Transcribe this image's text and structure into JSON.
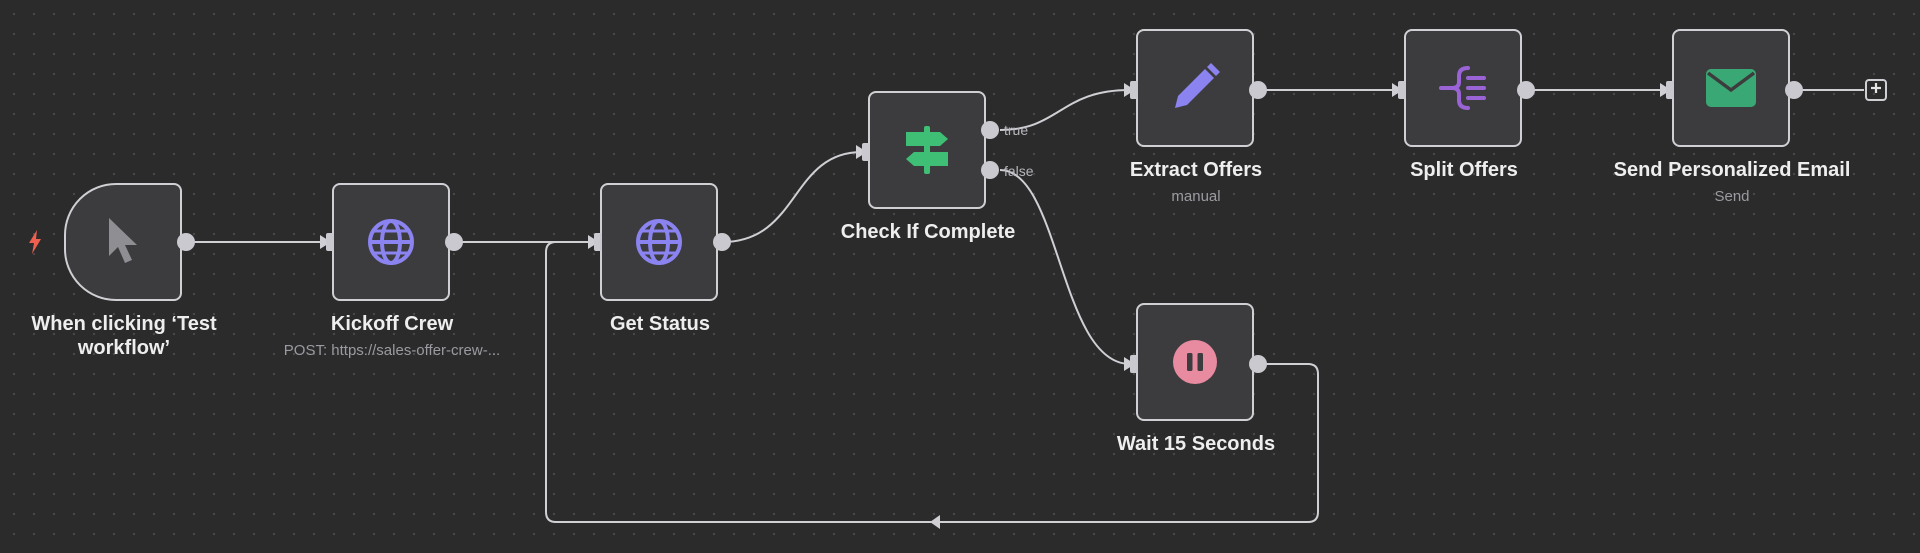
{
  "canvas": {
    "nodes": {
      "manual_trigger": {
        "label": "When clicking ‘Test workflow’",
        "icon": "cursor-pointer-icon"
      },
      "kickoff_crew": {
        "label": "Kickoff Crew",
        "subtitle": "POST: https://sales-offer-crew-...",
        "icon": "globe-icon"
      },
      "get_status": {
        "label": "Get Status",
        "icon": "globe-icon"
      },
      "check_if_complete": {
        "label": "Check If Complete",
        "icon": "signpost-icon",
        "branches": {
          "true_label": "true",
          "false_label": "false"
        }
      },
      "extract_offers": {
        "label": "Extract Offers",
        "subtitle": "manual",
        "icon": "pencil-icon"
      },
      "split_offers": {
        "label": "Split Offers",
        "icon": "split-icon"
      },
      "send_email": {
        "label": "Send Personalized Email",
        "subtitle": "Send",
        "icon": "envelope-icon"
      },
      "wait": {
        "label": "Wait 15 Seconds",
        "icon": "pause-icon"
      }
    },
    "trigger_marker_icon": "lightning-bolt-icon",
    "add_node_icon": "plus-icon",
    "colors": {
      "background": "#2b2b2c",
      "node_fill": "#3c3c3e",
      "node_border": "#cfcfd4",
      "http_icon": "#8b83f0",
      "if_icon": "#3fbf75",
      "set_icon": "#8b83f0",
      "split_icon": "#9a63d6",
      "email_icon": "#3aa874",
      "wait_icon": "#e88aa0",
      "trigger_bolt": "#ef5f4f"
    }
  }
}
